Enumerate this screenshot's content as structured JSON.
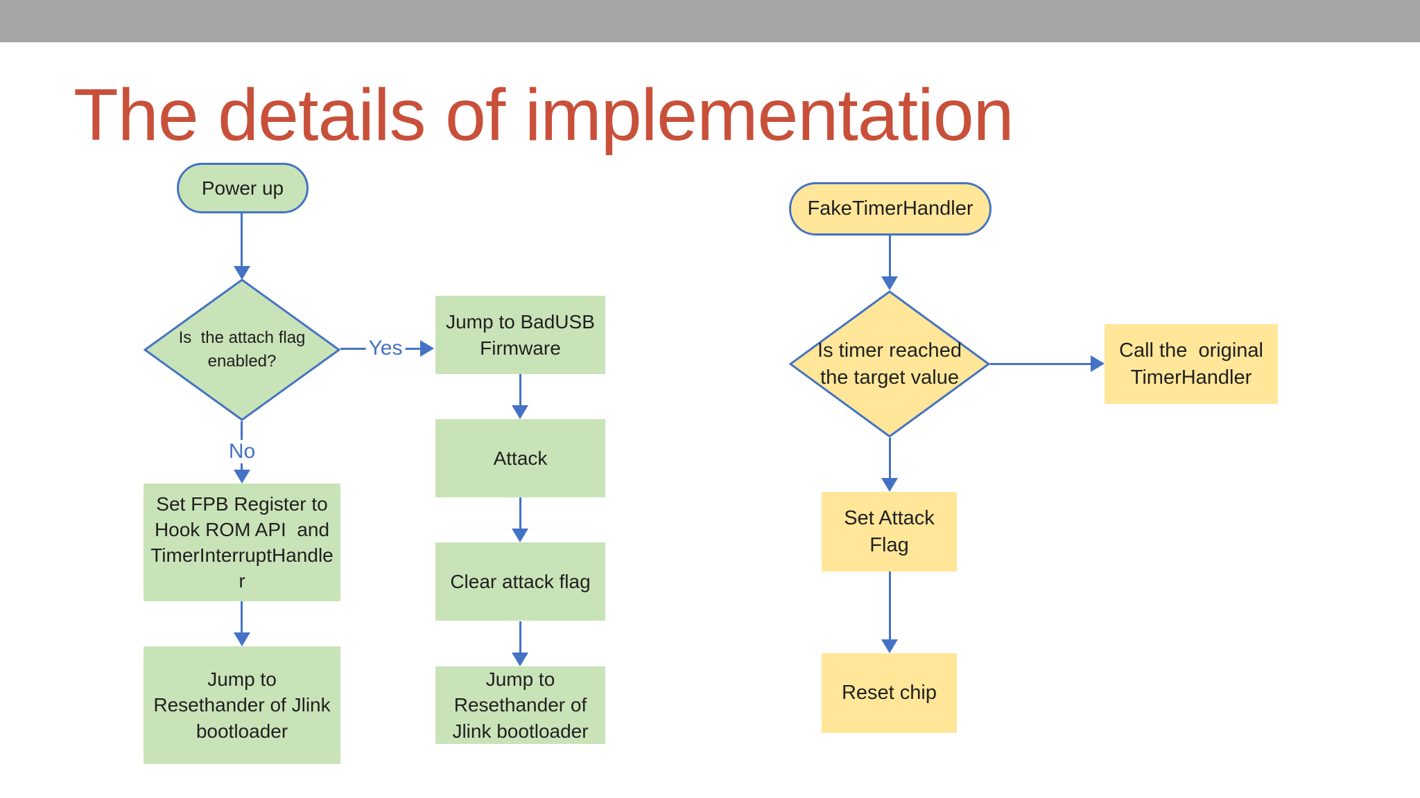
{
  "slide": {
    "title": "The details of implementation",
    "title_color": "#c8503a",
    "top_bar_color": "#a5a5a5",
    "background_color": "#ffffff"
  },
  "colors": {
    "green_fill": "#c9e3b8",
    "yellow_fill": "#ffe699",
    "connector_blue": "#4472c4",
    "text_color": "#1f1f1f"
  },
  "flowchart_left": {
    "power_up": "Power up",
    "attach_flag_decision": "Is  the attach flag enabled?",
    "yes_label": "Yes",
    "no_label": "No",
    "jump_badusb": "Jump to BadUSB Firmware",
    "attack": "Attack",
    "clear_attack_flag": "Clear attack flag",
    "jump_reset_mid": "Jump to\nResethander of\nJlink bootloader",
    "set_fpb": "Set FPB Register to Hook ROM API  and TimerInterruptHandler",
    "jump_reset_left": "Jump to\nResethander of Jlink\nbootloader"
  },
  "flowchart_right": {
    "fake_timer_handler": "FakeTimerHandler",
    "timer_decision": "Is timer reached the target value",
    "call_original": "Call the  original TimerHandler",
    "set_attack_flag": "Set Attack Flag",
    "reset_chip": "Reset chip"
  }
}
